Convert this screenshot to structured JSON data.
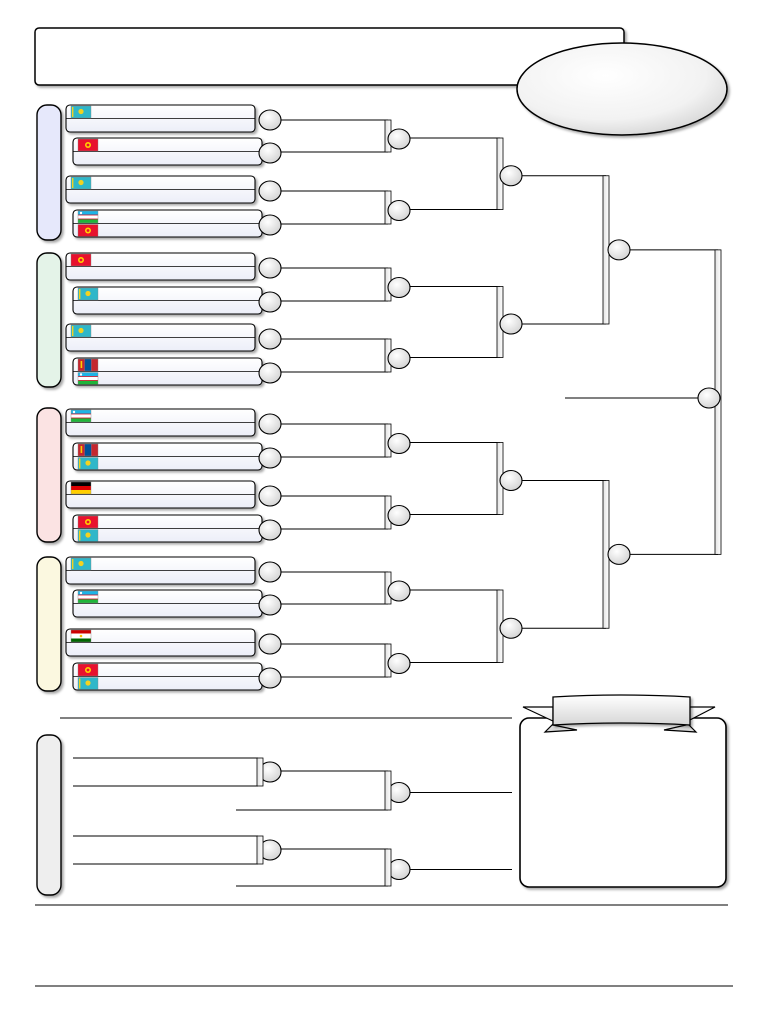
{
  "title": "",
  "subtitle": "",
  "champion": "",
  "podium_title": "",
  "footer": "",
  "pools": [
    {
      "name": "",
      "entries": [
        {
          "flags": [
            "kaz"
          ],
          "name": "",
          "club": ""
        },
        {
          "flags": [
            "kgz"
          ],
          "name": "",
          "club": ""
        },
        {
          "flags": [
            "kaz"
          ],
          "name": "",
          "club": ""
        },
        {
          "flags": [
            "uzb",
            "kgz"
          ],
          "name": "",
          "club": ""
        }
      ]
    },
    {
      "name": "",
      "entries": [
        {
          "flags": [
            "kgz"
          ],
          "name": "",
          "club": ""
        },
        {
          "flags": [
            "kaz"
          ],
          "name": "",
          "club": ""
        },
        {
          "flags": [
            "kaz"
          ],
          "name": "",
          "club": ""
        },
        {
          "flags": [
            "mng",
            "uzb"
          ],
          "name": "",
          "club": ""
        }
      ]
    },
    {
      "name": "",
      "entries": [
        {
          "flags": [
            "uzb"
          ],
          "name": "",
          "club": ""
        },
        {
          "flags": [
            "mng",
            "kaz"
          ],
          "name": "",
          "club": ""
        },
        {
          "flags": [
            "deu"
          ],
          "name": "",
          "club": ""
        },
        {
          "flags": [
            "kgz",
            "kaz"
          ],
          "name": "",
          "club": ""
        }
      ]
    },
    {
      "name": "",
      "entries": [
        {
          "flags": [
            "kaz"
          ],
          "name": "",
          "club": ""
        },
        {
          "flags": [
            "uzb"
          ],
          "name": "",
          "club": ""
        },
        {
          "flags": [
            "tjk"
          ],
          "name": "",
          "club": ""
        },
        {
          "flags": [
            "kgz",
            "kaz"
          ],
          "name": "",
          "club": ""
        }
      ]
    }
  ],
  "repechage": {
    "label": ""
  },
  "colors": {
    "pool_a": "#e6e8fb",
    "pool_b": "#e4f3e8",
    "pool_c": "#fbe3e3",
    "pool_d": "#fbf8e0",
    "repechage": "#eeeeee",
    "line": "#000000"
  }
}
